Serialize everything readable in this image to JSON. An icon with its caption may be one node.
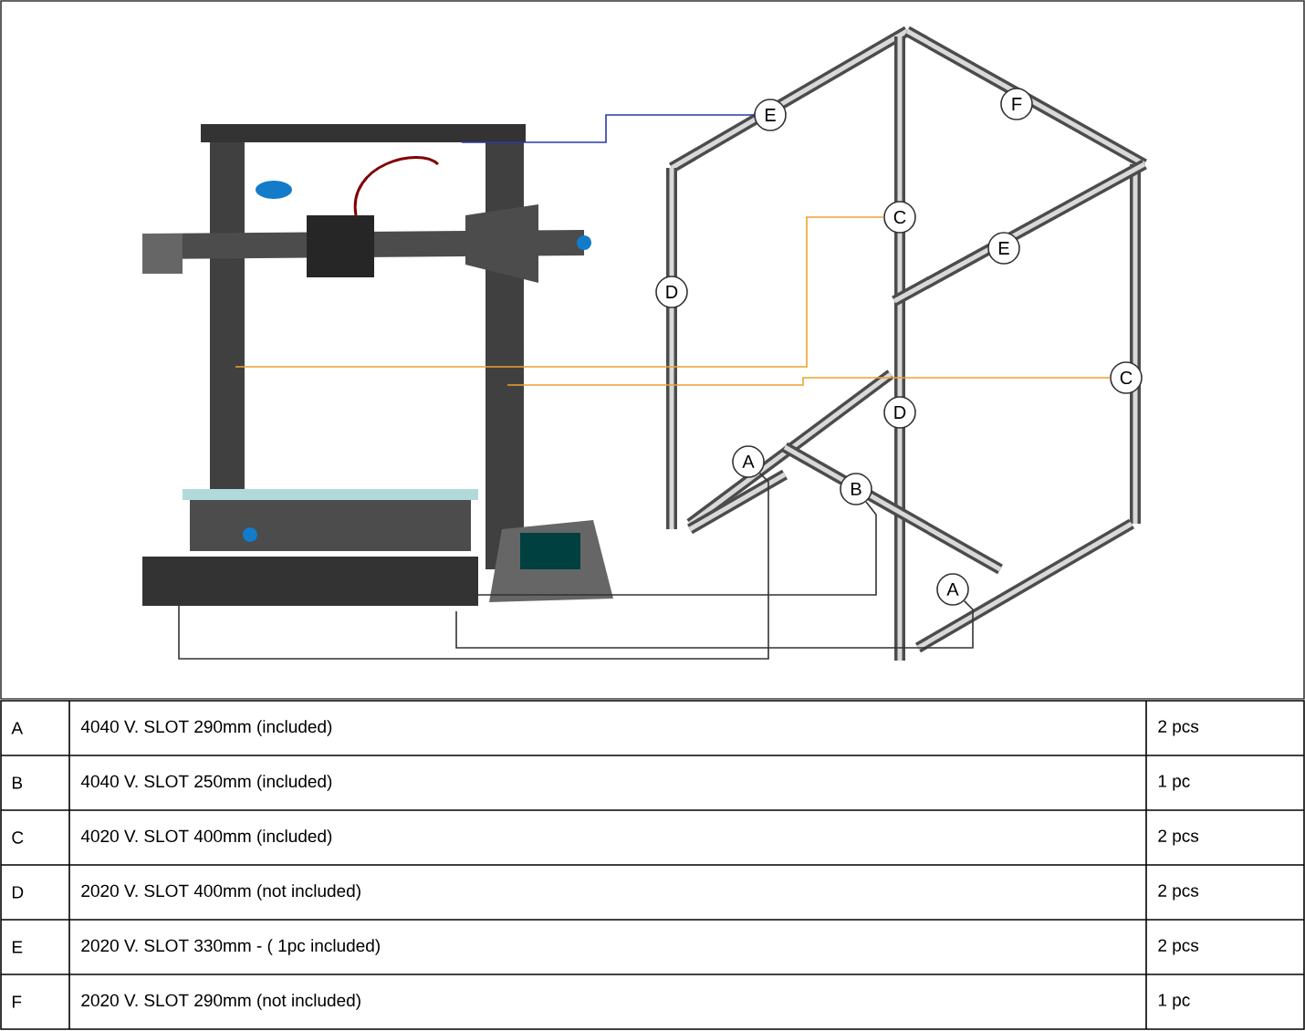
{
  "diagram": {
    "nodes": [
      {
        "text": [
          "E"
        ]
      },
      {
        "text": [
          "F"
        ]
      },
      {
        "text": [
          "C"
        ]
      },
      {
        "text": [
          "E"
        ]
      },
      {
        "text": [
          "D"
        ]
      },
      {
        "text": [
          "C"
        ]
      },
      {
        "text": [
          "D"
        ]
      },
      {
        "text": [
          "A"
        ]
      },
      {
        "text": [
          "B"
        ]
      },
      {
        "text": [
          "A"
        ]
      }
    ],
    "edges": [
      {
        "from": null,
        "to": 0,
        "arrow": "none",
        "color": "#2a3aa8"
      },
      {
        "from": null,
        "to": 2,
        "arrow": "none",
        "color": "#f0a030"
      },
      {
        "from": null,
        "to": 5,
        "arrow": "none",
        "color": "#f0a030"
      },
      {
        "from": null,
        "to": 8,
        "arrow": "none"
      },
      {
        "from": null,
        "to": 9,
        "arrow": "none"
      },
      {
        "from": null,
        "to": 7,
        "arrow": "none"
      }
    ],
    "labels": [
      "A",
      "4040 V. SLOT 290mm (included)",
      "2 pcs",
      "B",
      "4040 V. SLOT 250mm (included)",
      "1 pc",
      "C",
      "4020 V. SLOT 400mm (included)",
      "2 pcs",
      "D",
      "2020 V. SLOT 400mm (not included)",
      "2 pcs",
      "E",
      "2020 V. SLOT 330mm - ( 1pc included)",
      "2 pcs",
      "F",
      "2020 V. SLOT 290mm (not included)",
      "1 pc"
    ]
  }
}
